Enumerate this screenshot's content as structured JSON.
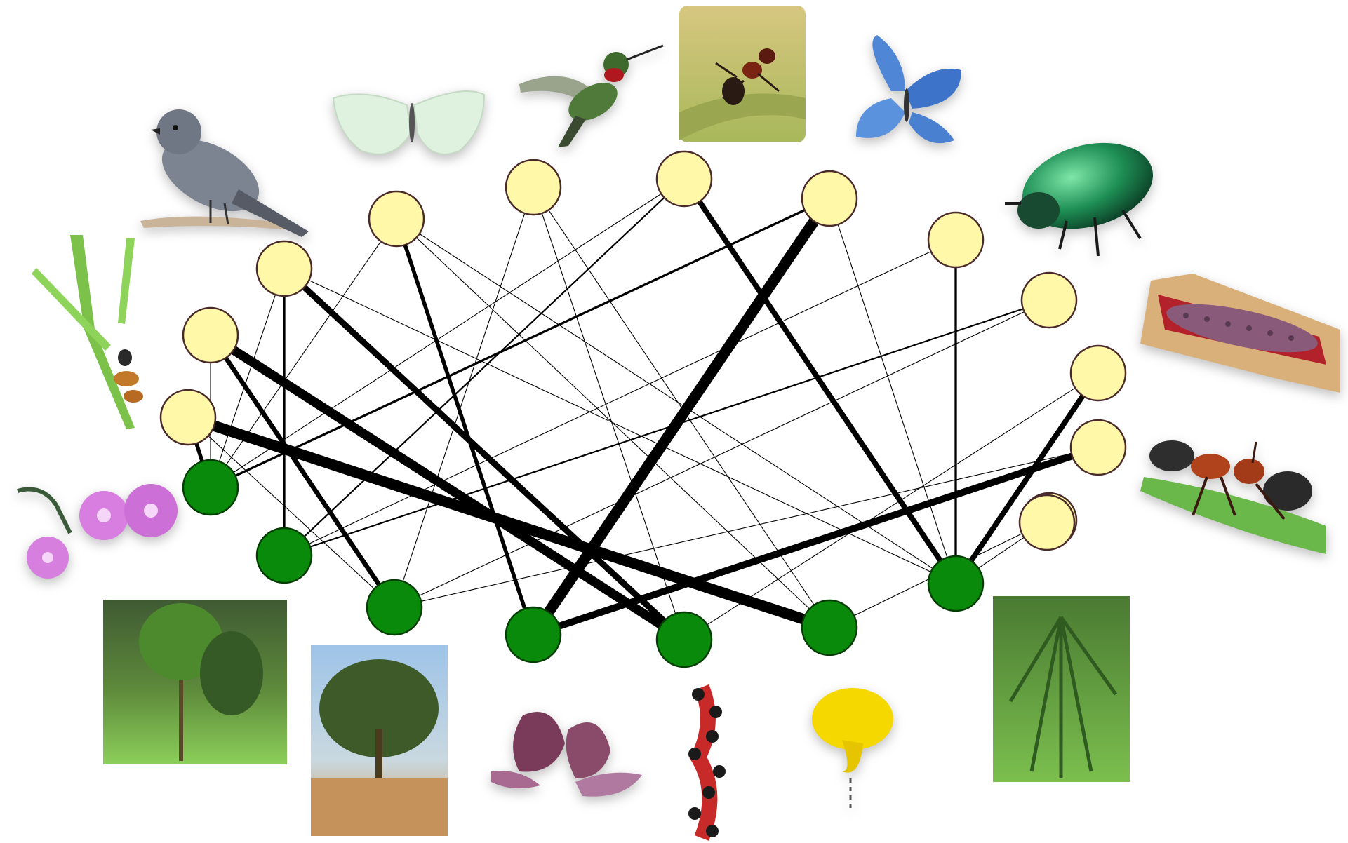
{
  "diagram": {
    "type": "bipartite-network",
    "colors": {
      "animal_fill": "#fff8a8",
      "animal_stroke": "#4a2a2a",
      "plant_fill": "#0a8a0a",
      "plant_stroke": "#043d04",
      "edge": "#000000"
    },
    "animal_nodes": [
      {
        "id": "a1",
        "icon": "twig-insect-icon"
      },
      {
        "id": "a2",
        "icon": "twig-insect-icon"
      },
      {
        "id": "a3",
        "icon": "gray-catbird-icon"
      },
      {
        "id": "a4",
        "icon": "white-butterfly-icon"
      },
      {
        "id": "a5",
        "icon": "hummingbird-icon"
      },
      {
        "id": "a6",
        "icon": "ant-on-stem-icon"
      },
      {
        "id": "a7",
        "icon": "blue-butterfly-icon"
      },
      {
        "id": "a8",
        "icon": "green-beetle-icon"
      },
      {
        "id": "a9",
        "icon": "caterpillar-in-stem-icon"
      },
      {
        "id": "a10",
        "icon": "caterpillar-in-stem-icon"
      },
      {
        "id": "a11",
        "icon": "red-ant-icon"
      },
      {
        "id": "a12",
        "icon": "red-ant-icon"
      },
      {
        "id": "a13",
        "icon": "red-ant-icon"
      }
    ],
    "plant_nodes": [
      {
        "id": "p1",
        "icon": "morning-glory-flower-icon"
      },
      {
        "id": "p2",
        "icon": "young-tree-icon"
      },
      {
        "id": "p3",
        "icon": "shrub-tree-icon"
      },
      {
        "id": "p4",
        "icon": "purple-pea-flower-icon"
      },
      {
        "id": "p5",
        "icon": "red-black-seed-pod-icon"
      },
      {
        "id": "p6",
        "icon": "yellow-flower-icon"
      },
      {
        "id": "p7",
        "icon": "fern-leaf-tree-icon"
      }
    ],
    "edges": [
      {
        "a": "a1",
        "p": "p1",
        "weight": 5
      },
      {
        "a": "a1",
        "p": "p6",
        "weight": 14
      },
      {
        "a": "a1",
        "p": "p3",
        "weight": 1
      },
      {
        "a": "a2",
        "p": "p5",
        "weight": 12
      },
      {
        "a": "a2",
        "p": "p3",
        "weight": 6
      },
      {
        "a": "a2",
        "p": "p1",
        "weight": 1
      },
      {
        "a": "a3",
        "p": "p2",
        "weight": 3
      },
      {
        "a": "a3",
        "p": "p5",
        "weight": 8
      },
      {
        "a": "a3",
        "p": "p1",
        "weight": 1
      },
      {
        "a": "a3",
        "p": "p7",
        "weight": 1
      },
      {
        "a": "a4",
        "p": "p4",
        "weight": 5
      },
      {
        "a": "a4",
        "p": "p6",
        "weight": 1
      },
      {
        "a": "a4",
        "p": "p7",
        "weight": 1
      },
      {
        "a": "a4",
        "p": "p1",
        "weight": 1
      },
      {
        "a": "a5",
        "p": "p5",
        "weight": 1
      },
      {
        "a": "a5",
        "p": "p3",
        "weight": 1
      },
      {
        "a": "a5",
        "p": "p6",
        "weight": 1
      },
      {
        "a": "a6",
        "p": "p7",
        "weight": 7
      },
      {
        "a": "a6",
        "p": "p2",
        "weight": 2
      },
      {
        "a": "a6",
        "p": "p1",
        "weight": 1
      },
      {
        "a": "a7",
        "p": "p4",
        "weight": 14
      },
      {
        "a": "a7",
        "p": "p1",
        "weight": 3
      },
      {
        "a": "a7",
        "p": "p7",
        "weight": 1
      },
      {
        "a": "a8",
        "p": "p7",
        "weight": 3
      },
      {
        "a": "a8",
        "p": "p2",
        "weight": 1
      },
      {
        "a": "a9",
        "p": "p2",
        "weight": 2
      },
      {
        "a": "a9",
        "p": "p3",
        "weight": 1
      },
      {
        "a": "a10",
        "p": "p7",
        "weight": 7
      },
      {
        "a": "a10",
        "p": "p5",
        "weight": 1
      },
      {
        "a": "a11",
        "p": "p4",
        "weight": 9
      },
      {
        "a": "a11",
        "p": "p3",
        "weight": 1
      },
      {
        "a": "a12",
        "p": "p7",
        "weight": 1
      },
      {
        "a": "a12",
        "p": "p6",
        "weight": 1
      }
    ]
  }
}
